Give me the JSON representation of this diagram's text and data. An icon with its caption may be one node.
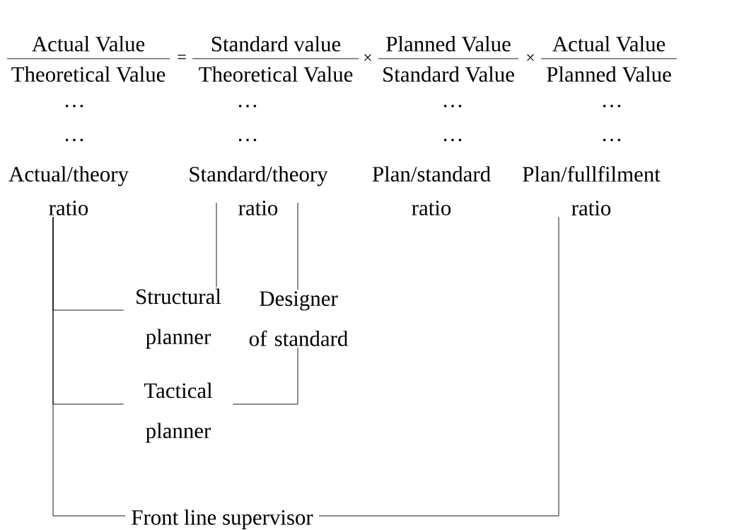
{
  "diagram": {
    "nodes": [
      {
        "text": [
          "Actual/theory ratio"
        ]
      },
      {
        "text": [
          "Standard/theory ratio"
        ]
      },
      {
        "text": [
          "Plan/standard ratio"
        ]
      },
      {
        "text": [
          "Plan/fullfilment ratio"
        ]
      },
      {
        "text": [
          "Structural planner"
        ]
      },
      {
        "text": [
          "Designer of standard"
        ]
      },
      {
        "text": [
          "Tactical planner"
        ]
      },
      {
        "text": [
          "Front line supervisor"
        ]
      }
    ],
    "edges": [
      {
        "from": 0,
        "to": 4,
        "arrow": "none"
      },
      {
        "from": 0,
        "to": 6,
        "arrow": "none"
      },
      {
        "from": 0,
        "to": 7,
        "arrow": "none"
      },
      {
        "from": 1,
        "to": 4,
        "arrow": "none"
      },
      {
        "from": 1,
        "to": 5,
        "arrow": "none"
      },
      {
        "from": 5,
        "to": 6,
        "arrow": "none"
      },
      {
        "from": 3,
        "to": 7,
        "arrow": "none"
      }
    ],
    "labels": [
      "Actual Value",
      "Theoretical Value",
      "=",
      "Standard value",
      "Theoretical Value",
      "×",
      "Planned Value",
      "Standard Value",
      "×",
      "Actual Value",
      "Planned Value",
      "…",
      "…",
      "…",
      "…",
      "…",
      "…",
      "…",
      "…"
    ]
  }
}
